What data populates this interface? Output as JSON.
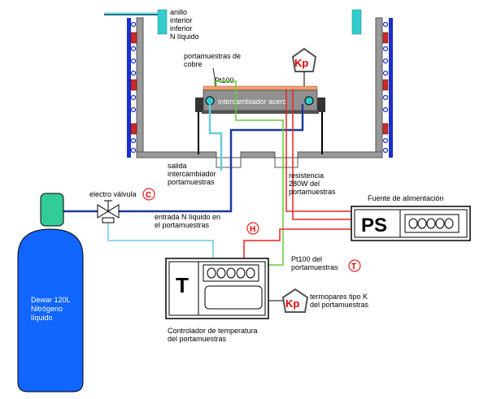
{
  "labels": {
    "anillo": [
      "anillo",
      "interior",
      "inferior",
      "N líquido"
    ],
    "portamuestras_cobre": [
      "portamuestras de",
      "cobre"
    ],
    "kp": "Kp",
    "pt100_top": "Pt100",
    "intercambiador": "intercambiador acero",
    "salida": [
      "salida",
      "intercambiador",
      "portamuestras"
    ],
    "resistencia": [
      "resistencia",
      "280W del",
      "portamuestras"
    ],
    "electro_valvula": "electro válvula",
    "c_badge": "C",
    "fuente": "Fuente de alimentación",
    "ps": "PS",
    "entrada": [
      "entrada N líquido en",
      "el portamuestras"
    ],
    "h_badge": "H",
    "pt100_del": [
      "Pt100 del",
      "portamuestras"
    ],
    "t_badge": "T",
    "t_letter": "T",
    "dewar": [
      "Dewar 120L",
      "Nitrógeno",
      "líquido"
    ],
    "termopares": [
      "termopares tipo K",
      "del portamuestras"
    ],
    "controlador": [
      "Controlador de temperatura",
      "del portamuestras"
    ]
  },
  "colors": {
    "cryostat_wall": "#9a9a9a",
    "blue_coil": "#1a2fd0",
    "red_block": "#cc2a2a",
    "cyan": "#33cccc",
    "light_cyan_line": "#66ccdd",
    "navy_line": "#1a3aa0",
    "red_line": "#ee2222",
    "green_line": "#66cc33",
    "copper": "#f0a070",
    "steel": "#909090",
    "dark_post": "#333333",
    "dewar_blue": "#1166ff",
    "dewar_cap": "#33cc99"
  }
}
